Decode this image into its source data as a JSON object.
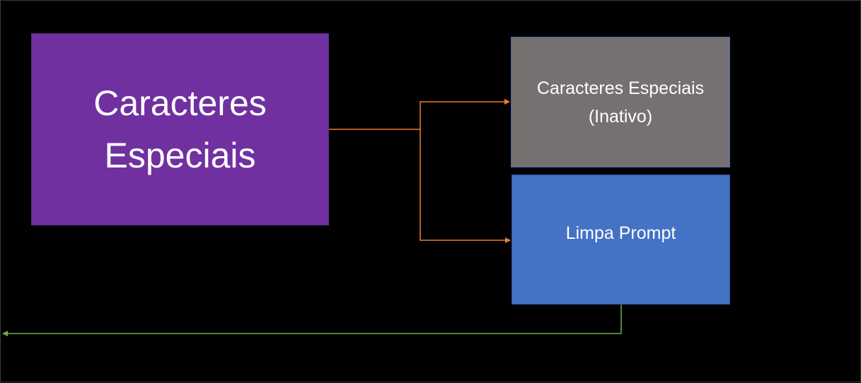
{
  "colors": {
    "background": "#000000",
    "main_box": "#7030A0",
    "inactive_box": "#767171",
    "limpa_box": "#4472C4",
    "branch_arrow": "#ED7D31",
    "return_arrow": "#70AD47",
    "text": "#FFFFFF"
  },
  "boxes": {
    "main": {
      "label": "Caracteres\nEspeciais"
    },
    "inactive": {
      "label": "Caracteres Especiais\n(Inativo)"
    },
    "limpa": {
      "label": "Limpa Prompt"
    }
  }
}
